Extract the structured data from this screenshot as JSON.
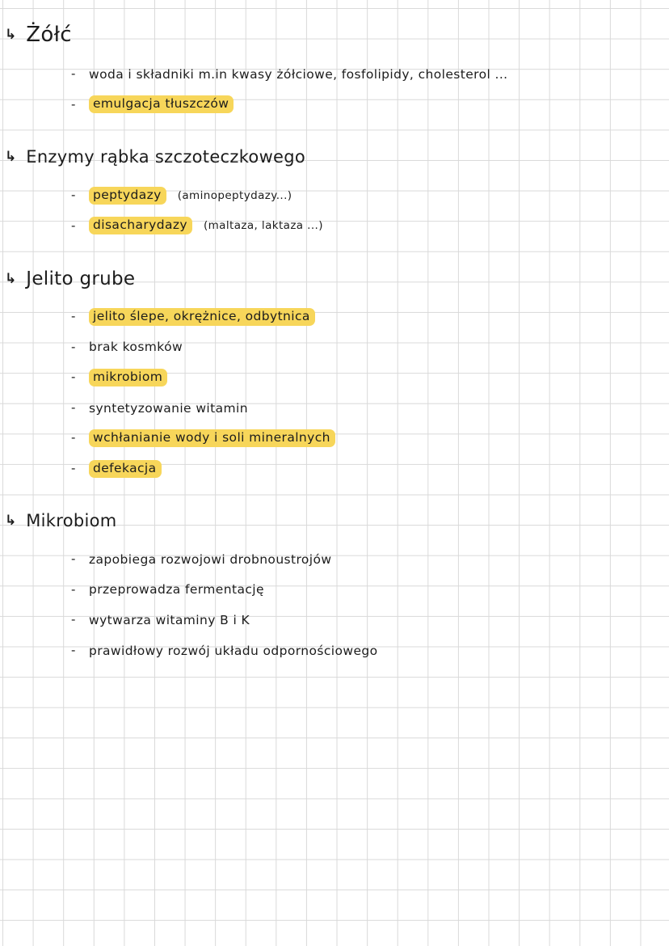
{
  "sections": [
    {
      "title": "Żółć",
      "items": [
        {
          "highlight": "",
          "text": "woda  i  składniki  m.in  kwasy  żółciowe,  fosfolipidy,  cholesterol ..."
        },
        {
          "highlight": "emulgacja  tłuszczów",
          "text": ""
        }
      ]
    },
    {
      "title": "Enzymy  rąbka  szczoteczkowego",
      "items": [
        {
          "highlight": "peptydazy",
          "text": "(aminopeptydazy...)"
        },
        {
          "highlight": "disacharydazy",
          "text": "(maltaza,  laktaza ...)"
        }
      ]
    },
    {
      "title": "Jelito  grube",
      "items": [
        {
          "highlight": "jelito  ślepe,  okrężnice,  odbytnica",
          "text": ""
        },
        {
          "highlight": "",
          "text": "brak  kosmków"
        },
        {
          "highlight": "mikrobiom",
          "text": ""
        },
        {
          "highlight": "",
          "text": "syntetyzowanie  witamin"
        },
        {
          "highlight": "wchłanianie  wody  i  soli  mineralnych",
          "text": ""
        },
        {
          "highlight": "defekacja",
          "text": ""
        }
      ]
    },
    {
      "title": "Mikrobiom",
      "items": [
        {
          "highlight": "",
          "text": "zapobiega  rozwojowi  drobnoustrojów"
        },
        {
          "highlight": "",
          "text": "przeprowadza  fermentację"
        },
        {
          "highlight": "",
          "text": "wytwarza  witaminy  B  i  K"
        },
        {
          "highlight": "",
          "text": "prawidłowy  rozwój  układu  odpornościowego"
        }
      ]
    }
  ],
  "icons": {
    "bullet": "arrow-right-icon",
    "dash": "dash-icon"
  },
  "colors": {
    "highlight": "#f7d65a",
    "grid": "#d9d9d9",
    "ink": "#1c1c1c"
  }
}
